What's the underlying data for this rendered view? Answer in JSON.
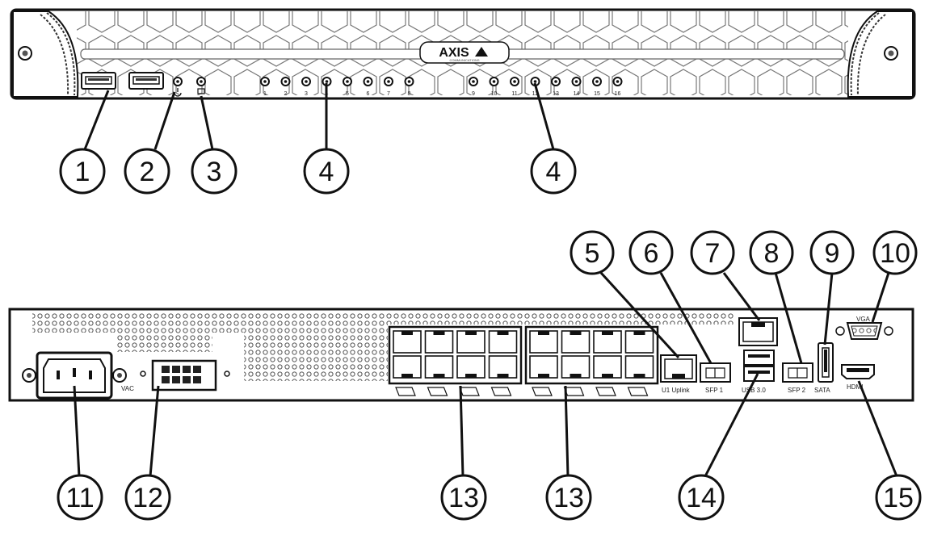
{
  "front_panel": {
    "brand": "AXIS",
    "brand_sub": "COMMUNICATIONS",
    "port_leds_left": [
      "1",
      "2",
      "3",
      "4",
      "5",
      "6",
      "7",
      "8"
    ],
    "port_leds_right": [
      "9",
      "10",
      "11",
      "12",
      "13",
      "14",
      "15",
      "16"
    ]
  },
  "back_panel": {
    "labels": {
      "vac": "VAC",
      "uplink": "U1 Uplink",
      "sfp1": "SFP 1",
      "usb": "USB 3.0",
      "sfp2": "SFP 2",
      "sata": "SATA",
      "vga": "VGA",
      "hdmi": "HDMI"
    }
  },
  "callouts": {
    "c1": "1",
    "c2": "2",
    "c3": "3",
    "c4a": "4",
    "c4b": "4",
    "c5": "5",
    "c6": "6",
    "c7": "7",
    "c8": "8",
    "c9": "9",
    "c10": "10",
    "c11": "11",
    "c12": "12",
    "c13a": "13",
    "c13b": "13",
    "c14": "14",
    "c15": "15"
  }
}
